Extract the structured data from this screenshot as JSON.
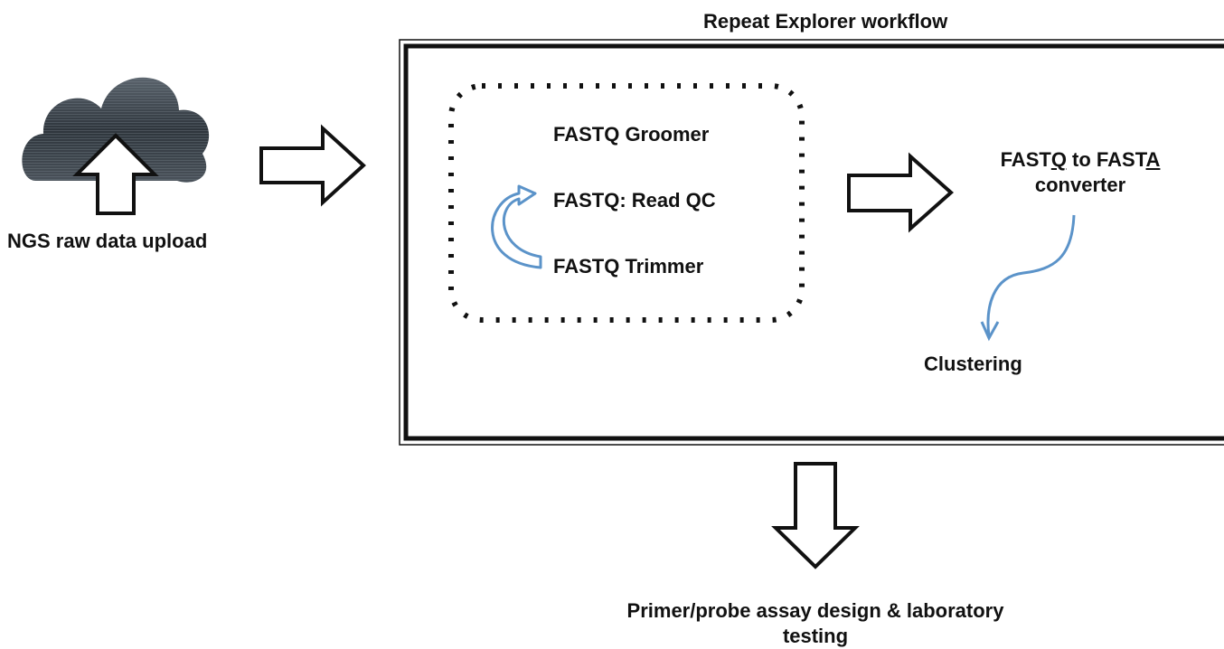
{
  "title": "Repeat Explorer workflow",
  "upload_label": "NGS raw data upload",
  "qc_steps": [
    "FASTQ Groomer",
    "FASTQ: Read QC",
    "FASTQ Trimmer"
  ],
  "converter": {
    "pre1": "FAST",
    "u1": "Q",
    "mid": " to FAST",
    "u2": "A",
    "line2": "converter"
  },
  "clustering": "Clustering",
  "final": {
    "line1": "Primer/probe assay design & laboratory",
    "line2": "testing"
  },
  "colors": {
    "accent": "#5b93c9",
    "ink": "#111111",
    "cloud": "#3f4750"
  },
  "icons": [
    "cloud-upload-icon",
    "arrow-right-icon",
    "arrow-down-icon",
    "curved-arrow-icon"
  ]
}
